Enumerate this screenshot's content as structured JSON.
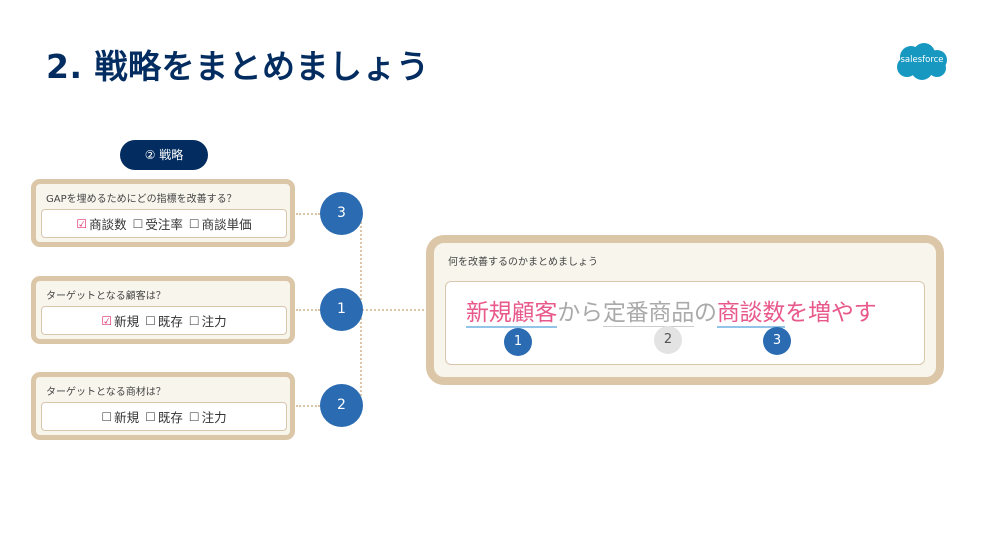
{
  "title": "2. 戦略をまとめましょう",
  "logo": {
    "text": "salesforce",
    "color": "#1798c1"
  },
  "strategy_pill": "② 戦略",
  "questions": [
    {
      "text": "GAPを埋めるためにどの指標を改善する？",
      "options": [
        {
          "box": "☑",
          "label": "商談数",
          "checked": true
        },
        {
          "box": "☐",
          "label": "受注率",
          "checked": false
        },
        {
          "box": "☐",
          "label": "商談単価",
          "checked": false
        }
      ],
      "number": "3"
    },
    {
      "text": "ターゲットとなる顧客は？",
      "options": [
        {
          "box": "☑",
          "label": "新規",
          "checked": true
        },
        {
          "box": "☐",
          "label": "既存",
          "checked": false
        },
        {
          "box": "☐",
          "label": "注力",
          "checked": false
        }
      ],
      "number": "1"
    },
    {
      "text": "ターゲットとなる商材は？",
      "options": [
        {
          "box": "☐",
          "label": "新規",
          "checked": false
        },
        {
          "box": "☐",
          "label": "既存",
          "checked": false
        },
        {
          "box": "☐",
          "label": "注力",
          "checked": false
        }
      ],
      "number": "2"
    }
  ],
  "summary": {
    "title": "何を改善するのかまとめましょう",
    "parts": {
      "p1": "新規顧客",
      "c1": "から",
      "p2": "定番商品",
      "c2": "の",
      "p3": "商談数",
      "c3": "を増やす"
    },
    "numbers": [
      "1",
      "2",
      "3"
    ]
  },
  "colors": {
    "navy": "#032d60",
    "blue_circle": "#2a6bb1",
    "highlight_pink": "#e8588a",
    "beige_border": "#dcc6a8",
    "panel_bg": "#f7f5ec"
  }
}
